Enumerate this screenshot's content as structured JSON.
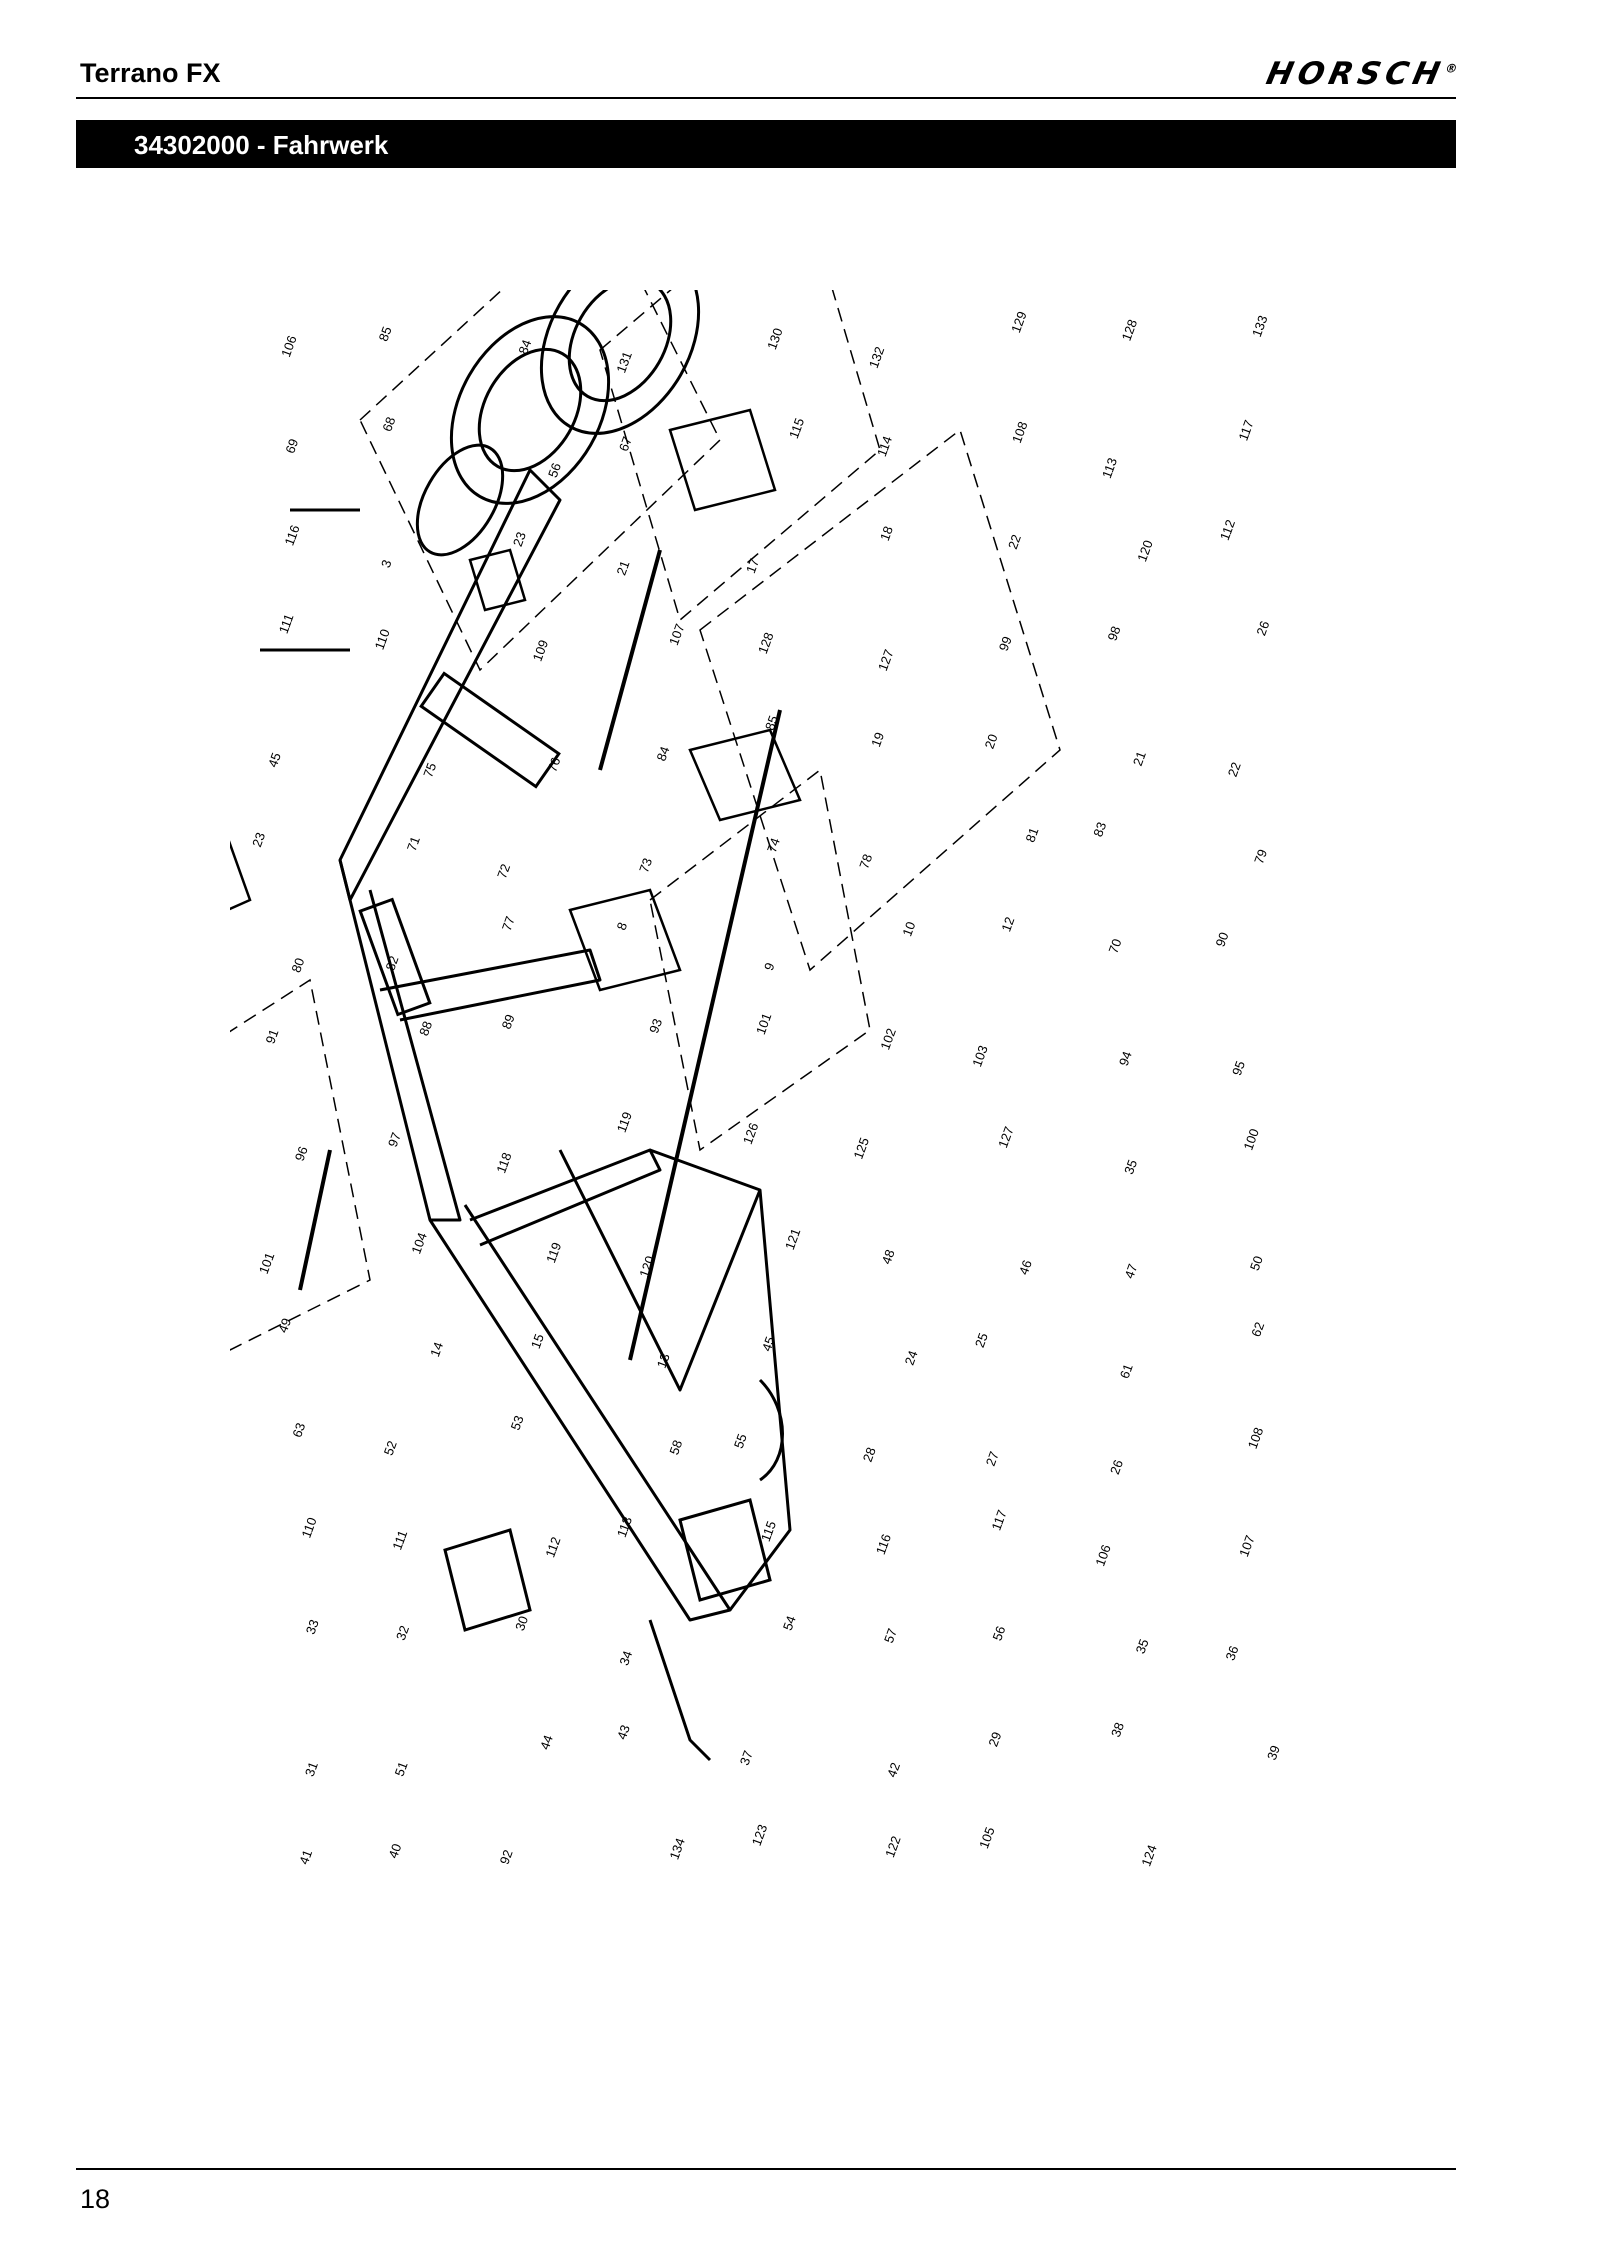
{
  "header": {
    "title": "Terrano FX",
    "brand": "HORSCH",
    "brand_mark": "®"
  },
  "section": {
    "title": "34302000  -  Fahrwerk"
  },
  "drawing": {
    "type": "exploded parts diagram",
    "callouts": [
      "106",
      "85",
      "84",
      "131",
      "130",
      "132",
      "129",
      "128",
      "133",
      "69",
      "68",
      "56",
      "67",
      "115",
      "114",
      "108",
      "113",
      "117",
      "116",
      "3",
      "23",
      "21",
      "17",
      "18",
      "22",
      "120",
      "112",
      "111",
      "110",
      "109",
      "107",
      "128",
      "127",
      "99",
      "98",
      "26",
      "45",
      "75",
      "76",
      "84",
      "85",
      "19",
      "20",
      "21",
      "22",
      "23",
      "71",
      "72",
      "73",
      "74",
      "78",
      "81",
      "83",
      "79",
      "80",
      "82",
      "77",
      "8",
      "9",
      "10",
      "12",
      "70",
      "90",
      "91",
      "88",
      "89",
      "93",
      "101",
      "102",
      "103",
      "94",
      "95",
      "96",
      "97",
      "118",
      "119",
      "126",
      "125",
      "127",
      "35",
      "100",
      "101",
      "104",
      "119",
      "120",
      "121",
      "48",
      "46",
      "47",
      "50",
      "49",
      "14",
      "15",
      "13",
      "45",
      "24",
      "25",
      "61",
      "62",
      "63",
      "52",
      "53",
      "58",
      "55",
      "28",
      "27",
      "26",
      "108",
      "110",
      "111",
      "112",
      "113",
      "115",
      "116",
      "117",
      "106",
      "107",
      "33",
      "32",
      "30",
      "34",
      "54",
      "57",
      "56",
      "35",
      "36",
      "31",
      "51",
      "44",
      "43",
      "37",
      "42",
      "29",
      "38",
      "39",
      "41",
      "40",
      "92",
      "134",
      "123",
      "122",
      "105",
      "124"
    ]
  },
  "footer": {
    "page": "18"
  }
}
